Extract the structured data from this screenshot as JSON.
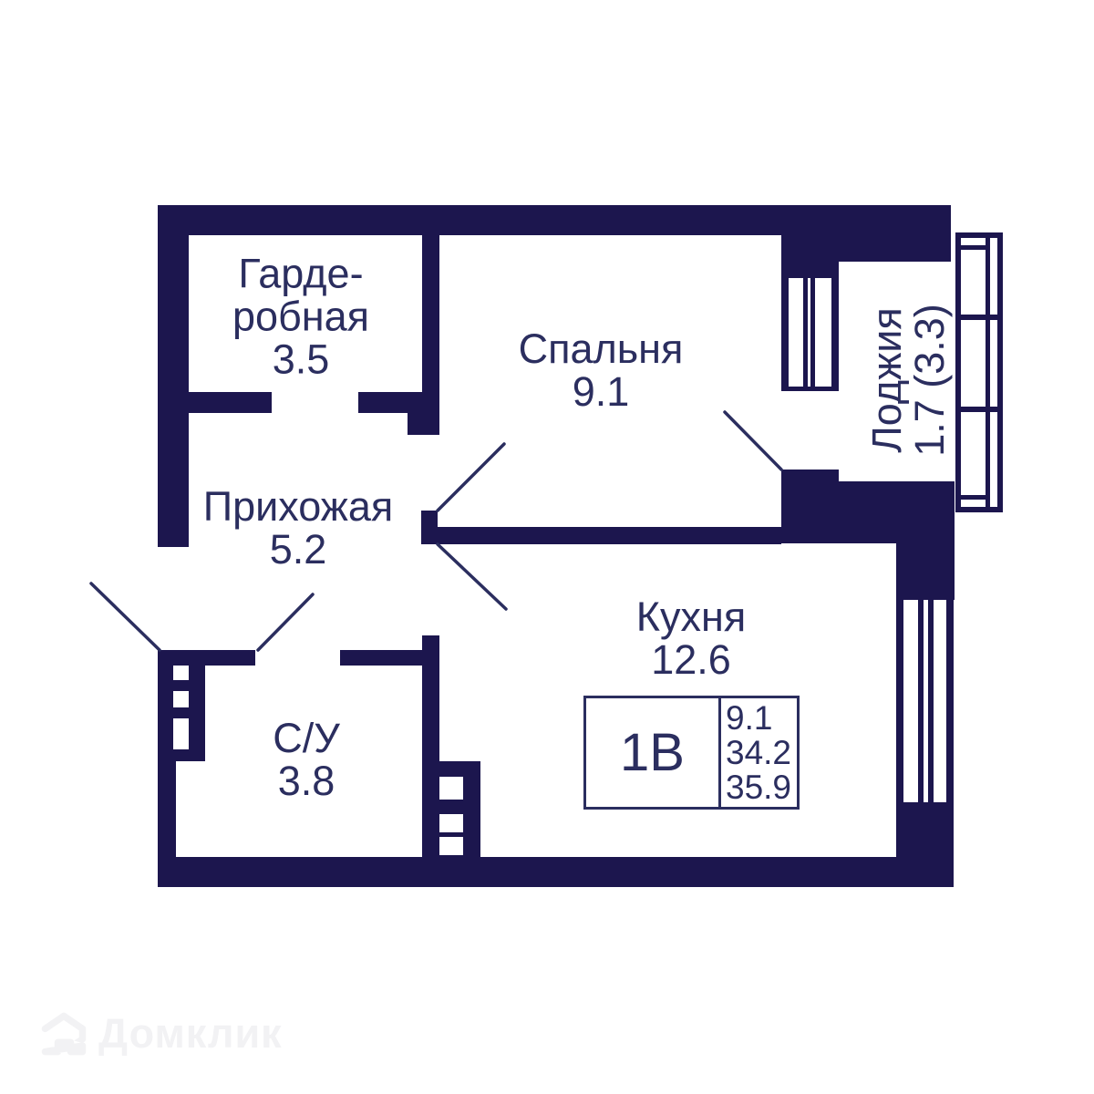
{
  "colors": {
    "wall": "#1c164e",
    "text": "#2b2e5f",
    "bg": "#ffffff",
    "watermark": "#f2f2f4"
  },
  "rooms": {
    "wardrobe": {
      "label_line1": "Гарде-",
      "label_line2": "робная",
      "area": "3.5"
    },
    "hallway": {
      "label": "Прихожая",
      "area": "5.2"
    },
    "bedroom": {
      "label": "Спальня",
      "area": "9.1"
    },
    "kitchen": {
      "label": "Кухня",
      "area": "12.6"
    },
    "bathroom": {
      "label": "С/У",
      "area": "3.8"
    },
    "loggia": {
      "label": "Лоджия",
      "area": "1.7 (3.3)"
    }
  },
  "info_box": {
    "unit_type": "1В",
    "living_area": "9.1",
    "apartment_area": "34.2",
    "total_area": "35.9"
  },
  "watermark": {
    "brand": "Домклик"
  }
}
